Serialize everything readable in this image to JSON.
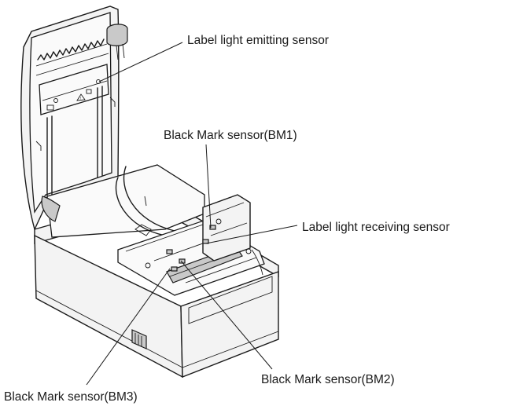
{
  "labels": {
    "label_light_emitting": "Label light emitting sensor",
    "bm1": "Black Mark sensor(BM1)",
    "label_light_receiving": "Label light receiving sensor",
    "bm2": "Black Mark sensor(BM2)",
    "bm3": "Black Mark sensor(BM3)"
  }
}
